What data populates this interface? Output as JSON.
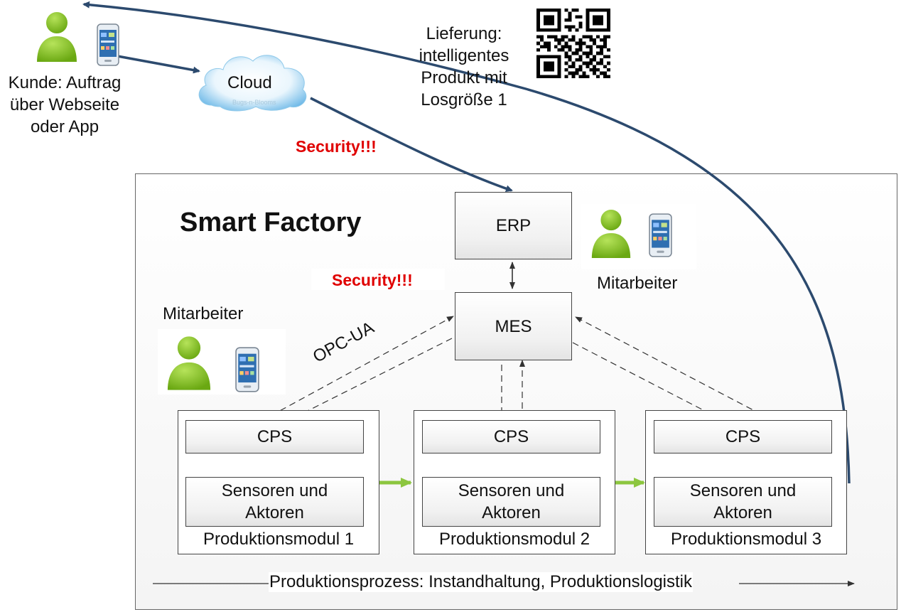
{
  "customer": {
    "label_lines": [
      "Kunde: Auftrag",
      "über Webseite",
      "oder App"
    ]
  },
  "cloud": {
    "label": "Cloud",
    "watermark": "Bugs-n-Blooms"
  },
  "delivery": {
    "label_lines": [
      "Lieferung:",
      "intelligentes",
      "Produkt mit",
      "Losgröße 1"
    ]
  },
  "security_labels": [
    "Security!!!",
    "Security!!!"
  ],
  "factory": {
    "title": "Smart Factory",
    "erp": "ERP",
    "mes": "MES",
    "opc_ua": "OPC-UA",
    "staff_right": "Mitarbeiter",
    "staff_left": "Mitarbeiter",
    "modules": [
      {
        "cps": "CPS",
        "sensor_lines": [
          "Sensoren und",
          "Aktoren"
        ],
        "name": "Produktionsmodul 1"
      },
      {
        "cps": "CPS",
        "sensor_lines": [
          "Sensoren und",
          "Aktoren"
        ],
        "name": "Produktionsmodul 2"
      },
      {
        "cps": "CPS",
        "sensor_lines": [
          "Sensoren und",
          "Aktoren"
        ],
        "name": "Produktionsmodul 3"
      }
    ],
    "process": "Produktionsprozess: Instandhaltung, Produktionslogistik"
  },
  "colors": {
    "arrow_navy": "#2c4a6e",
    "flow_green": "#8cc63f",
    "security_red": "#e00000",
    "person_green": "#7ab800"
  },
  "icons": [
    "person-icon",
    "smartphone-icon",
    "cloud-icon",
    "qr-code-icon"
  ]
}
